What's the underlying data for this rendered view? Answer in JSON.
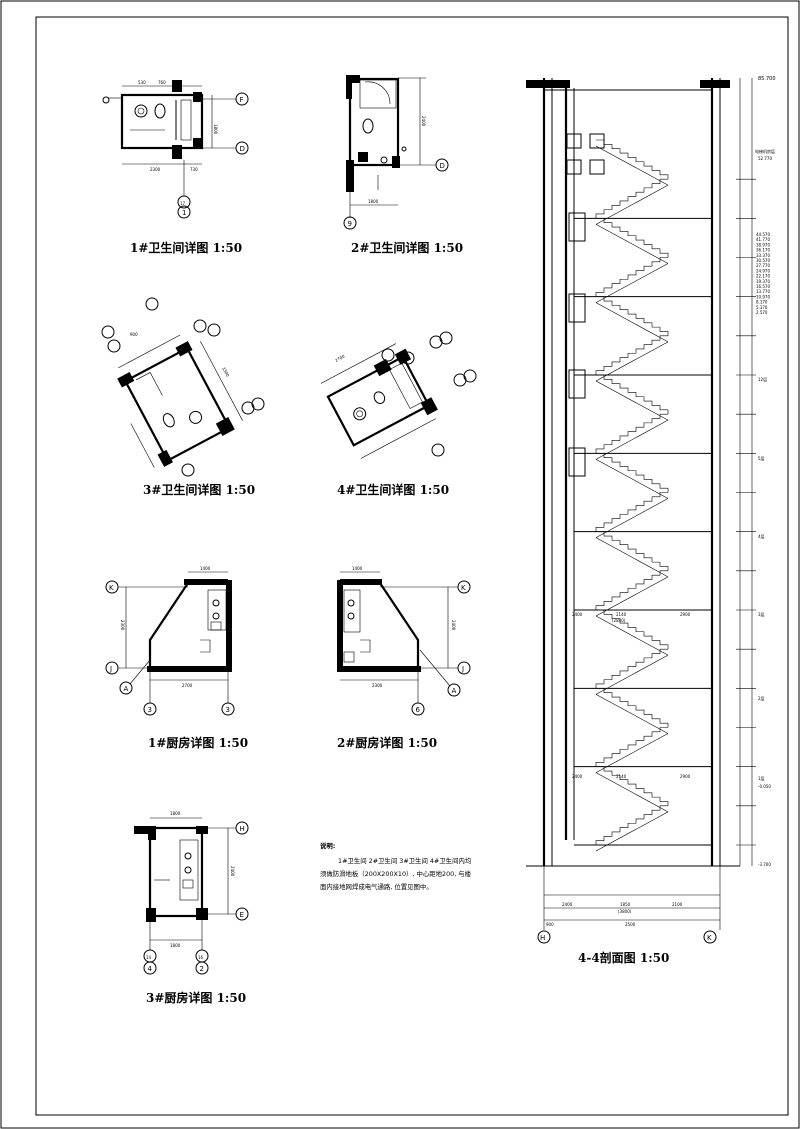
{
  "titles": {
    "wc1": "1#卫生间详图 1:50",
    "wc2": "2#卫生间详图 1:50",
    "wc3": "3#卫生间详图 1:50",
    "wc4": "4#卫生间详图 1:50",
    "k1": "1#厨房详图 1:50",
    "k2": "2#厨房详图 1:50",
    "k3": "3#厨房详图 1:50",
    "section": "4-4剖面图 1:50"
  },
  "notes": {
    "heading": "说明:",
    "line1": "1#卫生间 2#卫生间 3#卫生间 4#卫生间内均",
    "line2": "须做防滑地板（200X200X10）, 中心距地200, 与楼",
    "line3": "面内接地网焊成电气通路, 位置见图中。"
  },
  "grid": {
    "wc1": [
      "F",
      "D",
      "17",
      "1"
    ],
    "wc2": [
      "D",
      "9"
    ],
    "k1": [
      "K",
      "J",
      "3",
      "3",
      "A"
    ],
    "k2": [
      "K",
      "J",
      "6",
      "A"
    ],
    "k3": [
      "H",
      "E",
      "14",
      "4",
      "16",
      "2"
    ],
    "section": [
      "H",
      "K"
    ]
  },
  "dims": {
    "wc1_top": [
      "530",
      "760"
    ],
    "wc1_side": "1800",
    "wc1_bottom": [
      "2300",
      "730"
    ],
    "wc2_side": "2400",
    "wc2_bottom": "1800",
    "wc3": [
      "900",
      "3300"
    ],
    "wc4": "2700",
    "k1_top": "1400",
    "k1_side": "2300",
    "k1_bottom": "2700",
    "k2_top": "1400",
    "k2_side": "2400",
    "k2_bottom": "2300",
    "k3_top": "1800",
    "k3_side": "2400",
    "k3_bottom": "1800",
    "sec_bottom": [
      "2400",
      "1850",
      "2100"
    ],
    "sec_bottom_sub": "(3800)",
    "sec_total": "2500",
    "sec_left": "900",
    "sec_mid": [
      "2400",
      "2140",
      "2900"
    ],
    "sec_mid_sub": "(2840)"
  },
  "elevations": {
    "top": "85.700",
    "roof_label": "电梯机房层",
    "roof": "52.770",
    "floors": [
      "44.570",
      "41.770",
      "38.970",
      "36.170",
      "33.370",
      "30.570",
      "27.770",
      "24.970",
      "22.170",
      "19.370",
      "16.570",
      "13.770",
      "10.970",
      "8.170",
      "5.370",
      "2.570"
    ],
    "level_tags": [
      "12层",
      "5层",
      "4层",
      "3层",
      "2层",
      "1层"
    ],
    "bottom_tag": "-0.050",
    "base": "-3.700"
  }
}
